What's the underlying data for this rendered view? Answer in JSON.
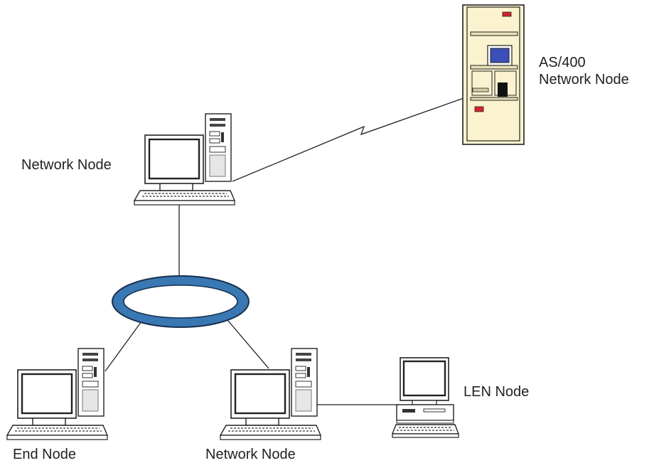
{
  "nodes": {
    "as400": {
      "line1": "AS/400",
      "line2": "Network Node"
    },
    "top_network_node": {
      "label": "Network Node"
    },
    "end_node": {
      "label": "End Node"
    },
    "bottom_network_node": {
      "label": "Network Node"
    },
    "len_node": {
      "label": "LEN Node"
    }
  },
  "colors": {
    "ring_fill": "#3a78b4",
    "ring_outline": "#16314f",
    "as400_cabinet": "#fbf3cf",
    "indicator_red": "#d8222c",
    "tape_drive_blue": "#3b4fb8",
    "line": "#222222"
  },
  "icons": {
    "as400": "as400-server-icon",
    "workstation": "desktop-tower-pc-icon",
    "len": "compact-pc-icon",
    "lan": "token-ring-icon"
  }
}
